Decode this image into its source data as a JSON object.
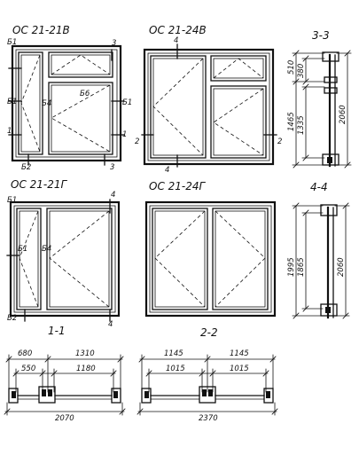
{
  "titles": {
    "os_21_21v": "ОС 21-21В",
    "os_21_24v": "ОС 21-24В",
    "os_21_21g": "ОС 21-21Г",
    "os_21_24g": "ОС 21-24Г",
    "sec_3_3": "3-3",
    "sec_4_4": "4-4",
    "sec_1_1": "1-1",
    "sec_2_2": "2-2"
  },
  "labels": {
    "b1": "Б1",
    "b2": "Б2",
    "b4": "Б4",
    "b6": "Б6",
    "n1": "1",
    "n2": "2",
    "n3": "3",
    "n4": "4"
  },
  "dims": {
    "s33_510": "510",
    "s33_380": "380",
    "s33_1465": "1465",
    "s33_1335": "1335",
    "s33_2060": "2060",
    "s44_1995": "1995",
    "s44_1865": "1865",
    "s44_2060": "2060",
    "s11_680": "680",
    "s11_1310": "1310",
    "s11_550": "550",
    "s11_1180": "1180",
    "s11_2070": "2070",
    "s22_1145a": "1145",
    "s22_1145b": "1145",
    "s22_1015a": "1015",
    "s22_1015b": "1015",
    "s22_2370": "2370"
  }
}
